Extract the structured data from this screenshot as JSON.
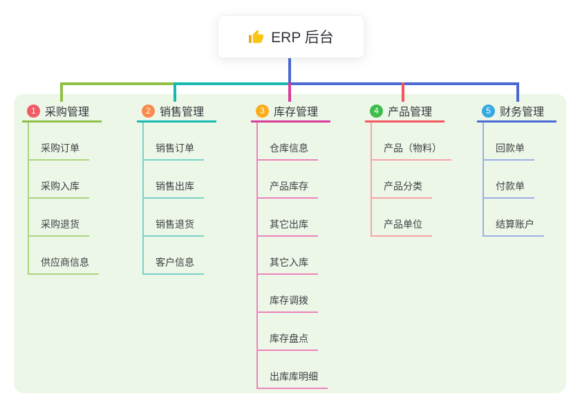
{
  "root": {
    "label": "ERP 后台",
    "icon": "thumbs-up",
    "connector_color": "#4A68D4"
  },
  "panel": {
    "background": "#ECF7E8"
  },
  "branches": [
    {
      "number": "1",
      "label": "采购管理",
      "badge_color": "#F15B66",
      "line_color": "#8FBF44",
      "child_line_color": "#ABD47D",
      "children": [
        "采购订单",
        "采购入库",
        "采购退货",
        "供应商信息"
      ]
    },
    {
      "number": "2",
      "label": "销售管理",
      "badge_color": "#FB8A4D",
      "line_color": "#17B9AE",
      "child_line_color": "#79D2CA",
      "children": [
        "销售订单",
        "销售出库",
        "销售退货",
        "客户信息"
      ]
    },
    {
      "number": "3",
      "label": "库存管理",
      "badge_color": "#FBAC1B",
      "line_color": "#DA3B9B",
      "child_line_color": "#EE82BA",
      "children": [
        "仓库信息",
        "产品库存",
        "其它出库",
        "其它入库",
        "库存调拨",
        "库存盘点",
        "出库库明细"
      ]
    },
    {
      "number": "4",
      "label": "产品管理",
      "badge_color": "#3EBD4C",
      "line_color": "#F5555E",
      "child_line_color": "#F9A2A7",
      "children": [
        "产品（物料）",
        "产品分类",
        "产品单位"
      ]
    },
    {
      "number": "5",
      "label": "财务管理",
      "badge_color": "#36A9E0",
      "line_color": "#4A68D4",
      "child_line_color": "#9DAFE7",
      "children": [
        "回款单",
        "付款单",
        "结算账户"
      ]
    }
  ]
}
